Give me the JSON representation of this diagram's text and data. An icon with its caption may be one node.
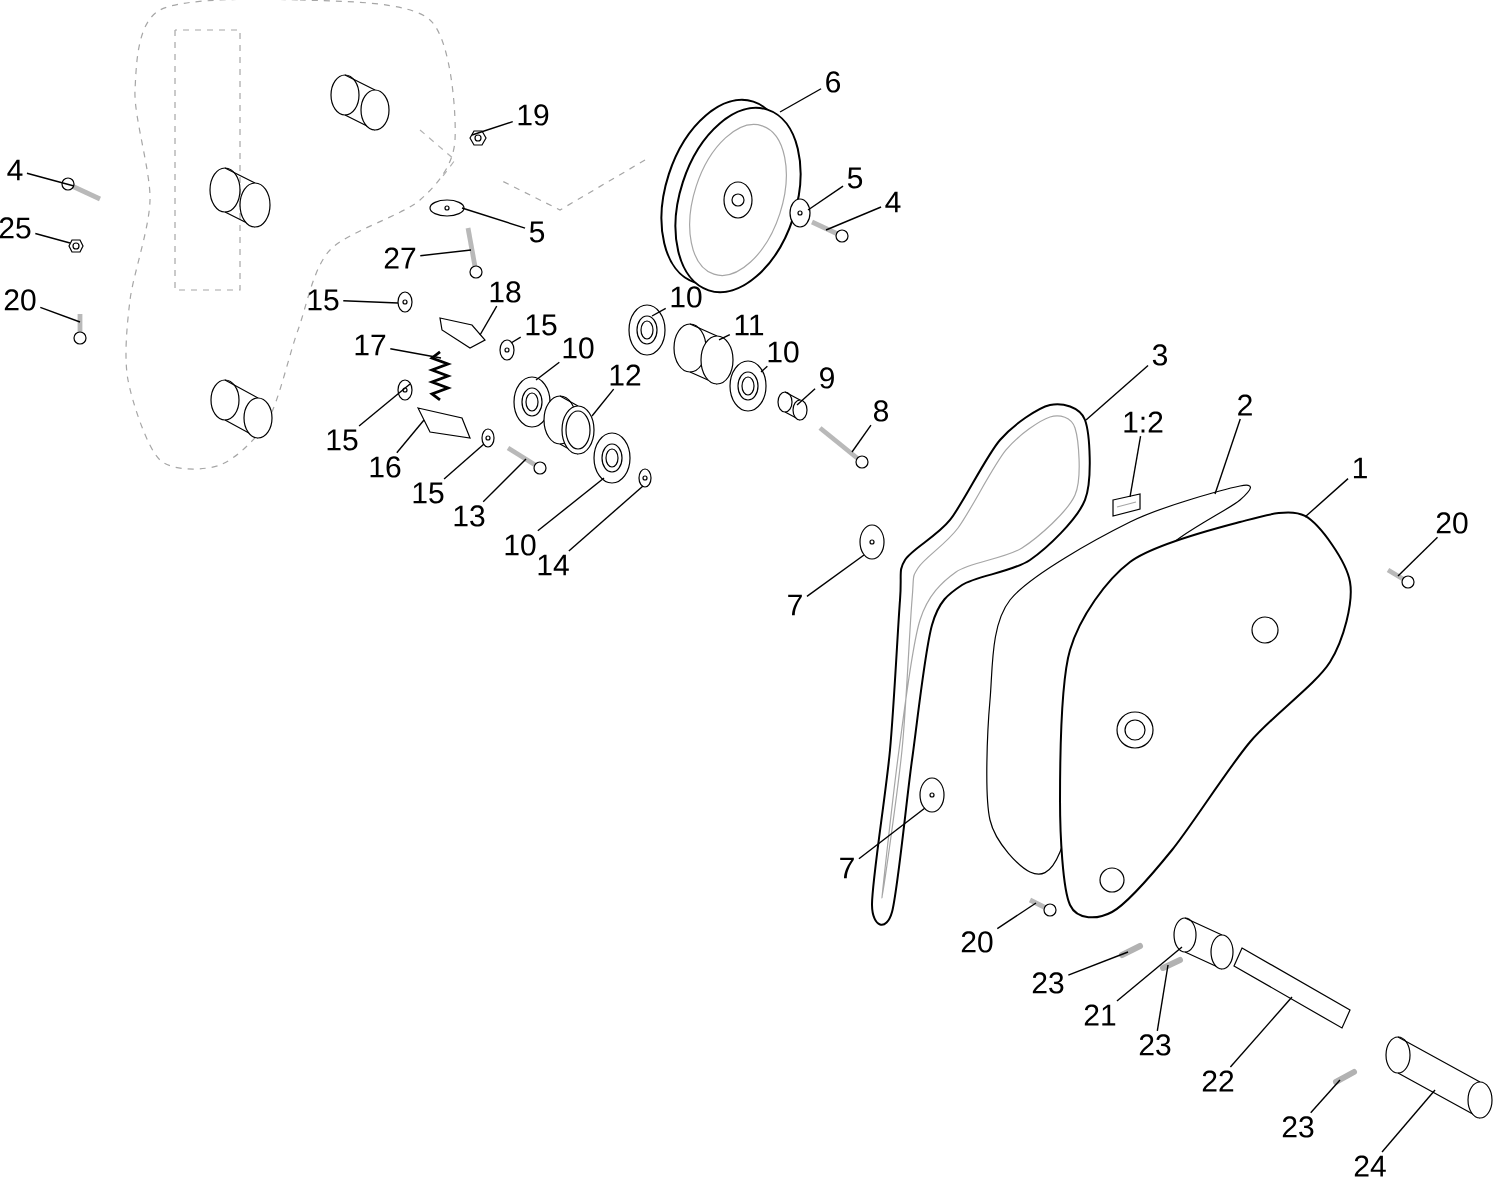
{
  "diagram": {
    "nodes": [
      {
        "text": [
          "6"
        ]
      },
      {
        "text": [
          "19"
        ]
      },
      {
        "text": [
          "4"
        ]
      },
      {
        "text": [
          "5"
        ]
      },
      {
        "text": [
          "4"
        ]
      },
      {
        "text": [
          "25"
        ]
      },
      {
        "text": [
          "5"
        ]
      },
      {
        "text": [
          "27"
        ]
      },
      {
        "text": [
          "18"
        ]
      },
      {
        "text": [
          "10"
        ]
      },
      {
        "text": [
          "15"
        ]
      },
      {
        "text": [
          "20"
        ]
      },
      {
        "text": [
          "15"
        ]
      },
      {
        "text": [
          "11"
        ]
      },
      {
        "text": [
          "17"
        ]
      },
      {
        "text": [
          "10"
        ]
      },
      {
        "text": [
          "10"
        ]
      },
      {
        "text": [
          "3"
        ]
      },
      {
        "text": [
          "12"
        ]
      },
      {
        "text": [
          "9"
        ]
      },
      {
        "text": [
          "2"
        ]
      },
      {
        "text": [
          "8"
        ]
      },
      {
        "text": [
          "1:2"
        ]
      },
      {
        "text": [
          "15"
        ]
      },
      {
        "text": [
          "16"
        ]
      },
      {
        "text": [
          "1"
        ]
      },
      {
        "text": [
          "15"
        ]
      },
      {
        "text": [
          "13"
        ]
      },
      {
        "text": [
          "20"
        ]
      },
      {
        "text": [
          "10"
        ]
      },
      {
        "text": [
          "14"
        ]
      },
      {
        "text": [
          "7"
        ]
      },
      {
        "text": [
          "7"
        ]
      },
      {
        "text": [
          "20"
        ]
      },
      {
        "text": [
          "23"
        ]
      },
      {
        "text": [
          "21"
        ]
      },
      {
        "text": [
          "23"
        ]
      },
      {
        "text": [
          "22"
        ]
      },
      {
        "text": [
          "23"
        ]
      },
      {
        "text": [
          "24"
        ]
      },
      {
        "text": [],
        "shape": "picture"
      },
      {
        "text": [],
        "shape": "picture"
      },
      {
        "text": [],
        "shape": "picture"
      },
      {
        "text": [],
        "shape": "picture"
      },
      {
        "text": [],
        "shape": "picture"
      },
      {
        "text": [],
        "shape": "picture"
      },
      {
        "text": [],
        "shape": "picture"
      },
      {
        "text": [],
        "shape": "picture"
      },
      {
        "text": [],
        "shape": "picture"
      },
      {
        "text": [],
        "shape": "picture"
      },
      {
        "text": [],
        "shape": "picture"
      },
      {
        "text": [],
        "shape": "picture"
      },
      {
        "text": [],
        "shape": "picture"
      },
      {
        "text": [],
        "shape": "picture"
      },
      {
        "text": [],
        "shape": "picture"
      },
      {
        "text": [],
        "shape": "picture"
      },
      {
        "text": [],
        "shape": "picture"
      },
      {
        "text": [],
        "shape": "picture"
      },
      {
        "text": [],
        "shape": "picture"
      },
      {
        "text": [],
        "shape": "picture"
      },
      {
        "text": [],
        "shape": "picture"
      },
      {
        "text": [],
        "shape": "picture"
      },
      {
        "text": [],
        "shape": "picture"
      },
      {
        "text": [],
        "shape": "picture"
      },
      {
        "text": [],
        "shape": "picture"
      },
      {
        "text": [],
        "shape": "picture"
      },
      {
        "text": [],
        "shape": "picture"
      },
      {
        "text": [],
        "shape": "picture"
      },
      {
        "text": [],
        "shape": "picture"
      },
      {
        "text": [],
        "shape": "picture"
      },
      {
        "text": [],
        "shape": "picture"
      },
      {
        "text": [],
        "shape": "picture"
      },
      {
        "text": [],
        "shape": "picture"
      },
      {
        "text": [],
        "shape": "picture"
      },
      {
        "text": [],
        "shape": "picture"
      },
      {
        "text": [],
        "shape": "picture"
      },
      {
        "text": [],
        "shape": "picture"
      },
      {
        "text": [],
        "shape": "picture"
      },
      {
        "text": [],
        "shape": "picture"
      },
      {
        "text": [],
        "shape": "picture"
      }
    ],
    "edges": [
      {
        "from": 0,
        "to": 40,
        "arrow": "none"
      },
      {
        "from": 1,
        "to": 41,
        "arrow": "none"
      },
      {
        "from": 2,
        "to": 42,
        "arrow": "none"
      },
      {
        "from": 3,
        "to": 43,
        "arrow": "none"
      },
      {
        "from": 4,
        "to": 44,
        "arrow": "none"
      },
      {
        "from": 5,
        "to": 45,
        "arrow": "none"
      },
      {
        "from": 6,
        "to": 46,
        "arrow": "none"
      },
      {
        "from": 7,
        "to": 47,
        "arrow": "none"
      },
      {
        "from": 8,
        "to": 48,
        "arrow": "none"
      },
      {
        "from": 9,
        "to": 49,
        "arrow": "none"
      },
      {
        "from": 10,
        "to": 50,
        "arrow": "none"
      },
      {
        "from": 11,
        "to": 51,
        "arrow": "none"
      },
      {
        "from": 12,
        "to": 52,
        "arrow": "none"
      },
      {
        "from": 13,
        "to": 53,
        "arrow": "none"
      },
      {
        "from": 14,
        "to": 54,
        "arrow": "none"
      },
      {
        "from": 15,
        "to": 55,
        "arrow": "none"
      },
      {
        "from": 16,
        "to": 56,
        "arrow": "none"
      },
      {
        "from": 17,
        "to": 57,
        "arrow": "none"
      },
      {
        "from": 18,
        "to": 58,
        "arrow": "none"
      },
      {
        "from": 19,
        "to": 59,
        "arrow": "none"
      },
      {
        "from": 20,
        "to": 60,
        "arrow": "none"
      },
      {
        "from": 21,
        "to": 61,
        "arrow": "none"
      },
      {
        "from": 22,
        "to": 62,
        "arrow": "none"
      },
      {
        "from": 23,
        "to": 63,
        "arrow": "none"
      },
      {
        "from": 24,
        "to": 64,
        "arrow": "none"
      },
      {
        "from": 25,
        "to": 65,
        "arrow": "none"
      },
      {
        "from": 26,
        "to": 66,
        "arrow": "none"
      },
      {
        "from": 27,
        "to": 67,
        "arrow": "none"
      },
      {
        "from": 28,
        "to": 68,
        "arrow": "none"
      },
      {
        "from": 29,
        "to": 69,
        "arrow": "none"
      },
      {
        "from": 30,
        "to": 70,
        "arrow": "none"
      },
      {
        "from": 31,
        "to": 71,
        "arrow": "none"
      },
      {
        "from": 32,
        "to": 72,
        "arrow": "none"
      },
      {
        "from": 33,
        "to": 73,
        "arrow": "none"
      },
      {
        "from": 34,
        "to": 74,
        "arrow": "none"
      },
      {
        "from": 35,
        "to": 75,
        "arrow": "none"
      },
      {
        "from": 36,
        "to": 76,
        "arrow": "none"
      },
      {
        "from": 37,
        "to": 77,
        "arrow": "none"
      },
      {
        "from": 38,
        "to": 78,
        "arrow": "none"
      },
      {
        "from": 39,
        "to": 79,
        "arrow": "none"
      }
    ]
  }
}
